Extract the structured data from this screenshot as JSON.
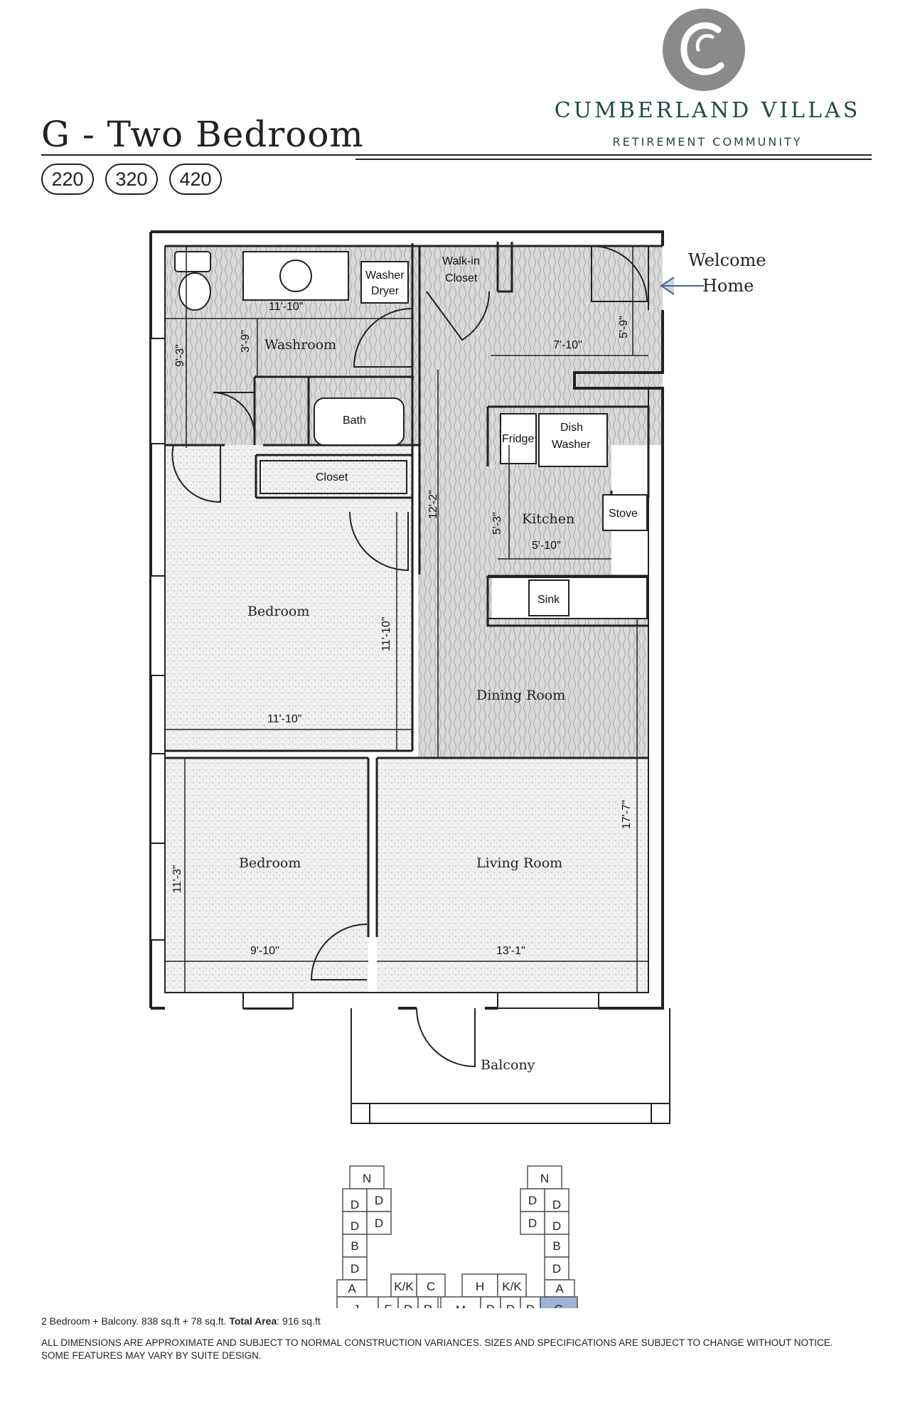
{
  "header": {
    "title": "G - Two Bedroom",
    "suites": [
      "220",
      "320",
      "420"
    ]
  },
  "brand": {
    "name": "CUMBERLAND VILLAS",
    "subtitle": "RETIREMENT COMMUNITY",
    "colors": {
      "brand": "#1f4a47",
      "logo": "#8a8a8a",
      "highlight": "#9db4d6",
      "wall": "#222222"
    }
  },
  "plan": {
    "entry_label": [
      "Welcome",
      "Home"
    ],
    "rooms": {
      "washroom": "Washroom",
      "bedroom1": "Bedroom",
      "bedroom2": "Bedroom",
      "kitchen": "Kitchen",
      "dining": "Dining Room",
      "living": "Living Room",
      "balcony": "Balcony"
    },
    "fixtures": {
      "washer": "Washer",
      "dryer": "Dryer",
      "walkin1": "Walk-in",
      "walkin2": "Closet",
      "bath": "Bath",
      "closet": "Closet",
      "fridge": "Fridge",
      "dish1": "Dish",
      "dish2": "Washer",
      "stove": "Stove",
      "sink": "Sink"
    },
    "dimensions": {
      "washroom_width": "11'-10\"",
      "washroom_height": "9'-3\"",
      "washroom_niche": "3'-9\"",
      "entry_width": "7'-10\"",
      "entry_depth": "5'-9\"",
      "hall_length": "12'-2\"",
      "kitchen_width": "5'-10\"",
      "kitchen_depth": "5'-3\"",
      "bedroom1_width": "11'-10\"",
      "bedroom1_depth": "11'-10\"",
      "bedroom2_width": "9'-10\"",
      "bedroom2_depth": "11'-3\"",
      "living_width": "13'-1\"",
      "living_depth": "17'-7\""
    }
  },
  "keyplan": {
    "left_wing": [
      "N",
      "D",
      "D",
      "D",
      "D",
      "B",
      "D",
      "A",
      "J"
    ],
    "right_wing": [
      "N",
      "D",
      "D",
      "D",
      "D",
      "B",
      "D",
      "A",
      "G"
    ],
    "center_top": [
      "K/K",
      "C",
      "H",
      "K/K"
    ],
    "center_bottom": [
      "E",
      "D",
      "D",
      "M",
      "D",
      "D",
      "D"
    ],
    "highlight": "G"
  },
  "footer": {
    "area_text": "2 Bedroom + Balcony. 838 sq.ft + 78 sq.ft.",
    "area_label": "Total Area",
    "area_value": ": 916 sq.ft",
    "disclaimer": "ALL DIMENSIONS ARE APPROXIMATE AND SUBJECT TO NORMAL CONSTRUCTION VARIANCES. SIZES AND SPECIFICATIONS ARE SUBJECT TO CHANGE WITHOUT NOTICE. SOME FEATURES MAY VARY BY SUITE DESIGN."
  }
}
